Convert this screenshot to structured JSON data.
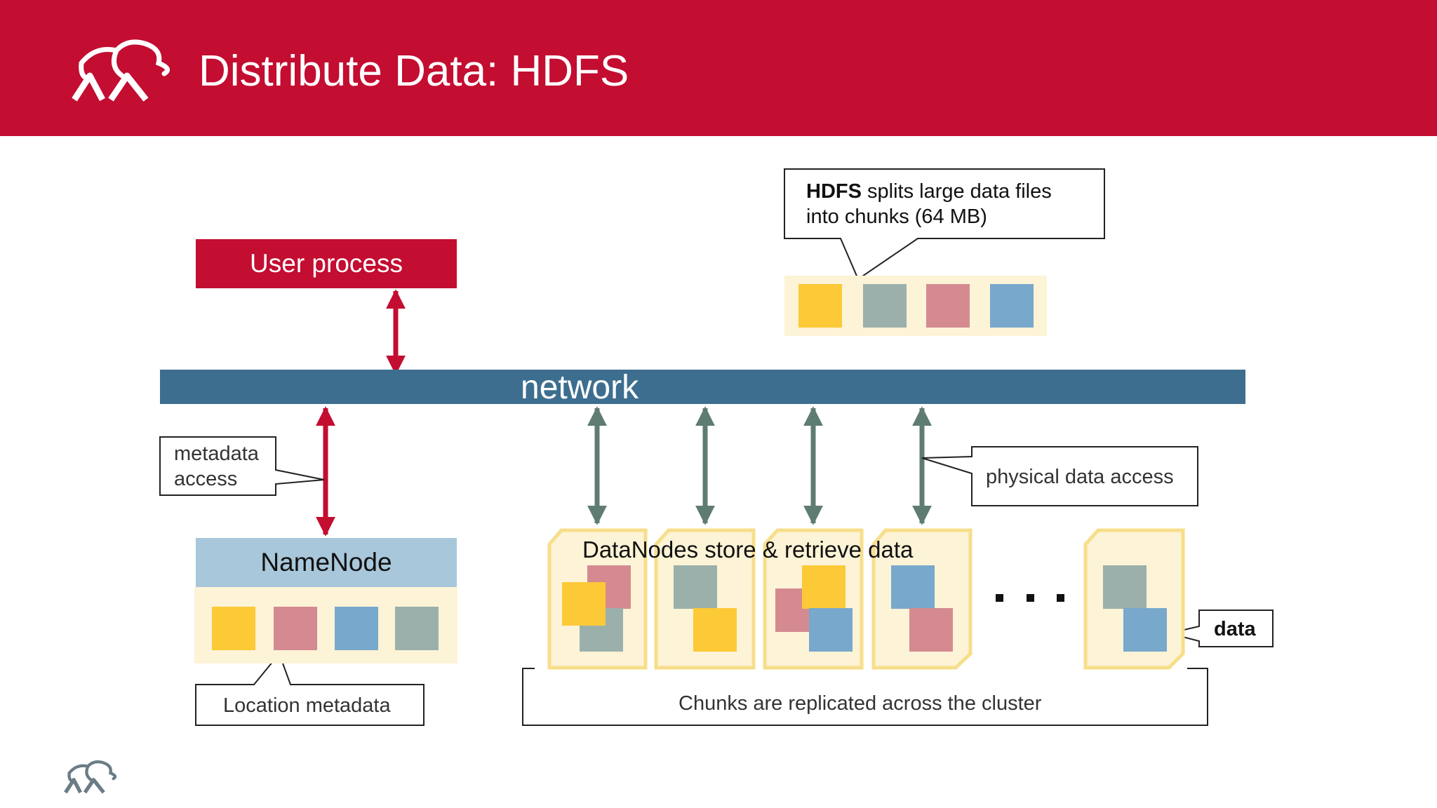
{
  "slide": {
    "title": "Distribute Data: HDFS"
  },
  "diagram": {
    "user_process": "User process",
    "network": "network",
    "namenode": "NameNode",
    "callouts": {
      "hdfs_bold": "HDFS",
      "hdfs_line1_rest": " splits large data files",
      "hdfs_line2": "into chunks (64 MB)",
      "metadata_line1": "metadata",
      "metadata_line2": "access",
      "physical": "physical data access",
      "location": "Location metadata",
      "data": "data",
      "replicated": "Chunks are replicated across the cluster"
    },
    "datanodes_label": "DataNodes store & retrieve data",
    "colors": {
      "brand": "#c30d31",
      "network": "#3d6e8f",
      "chunk_yellow": "#fcc937",
      "chunk_gray": "#9bb0aa",
      "chunk_pink": "#d48a90",
      "chunk_blue": "#78a8cc",
      "node_fill": "#fdf3d6",
      "node_border": "#f7de8a",
      "arrow_gray": "#5f7c73"
    }
  }
}
